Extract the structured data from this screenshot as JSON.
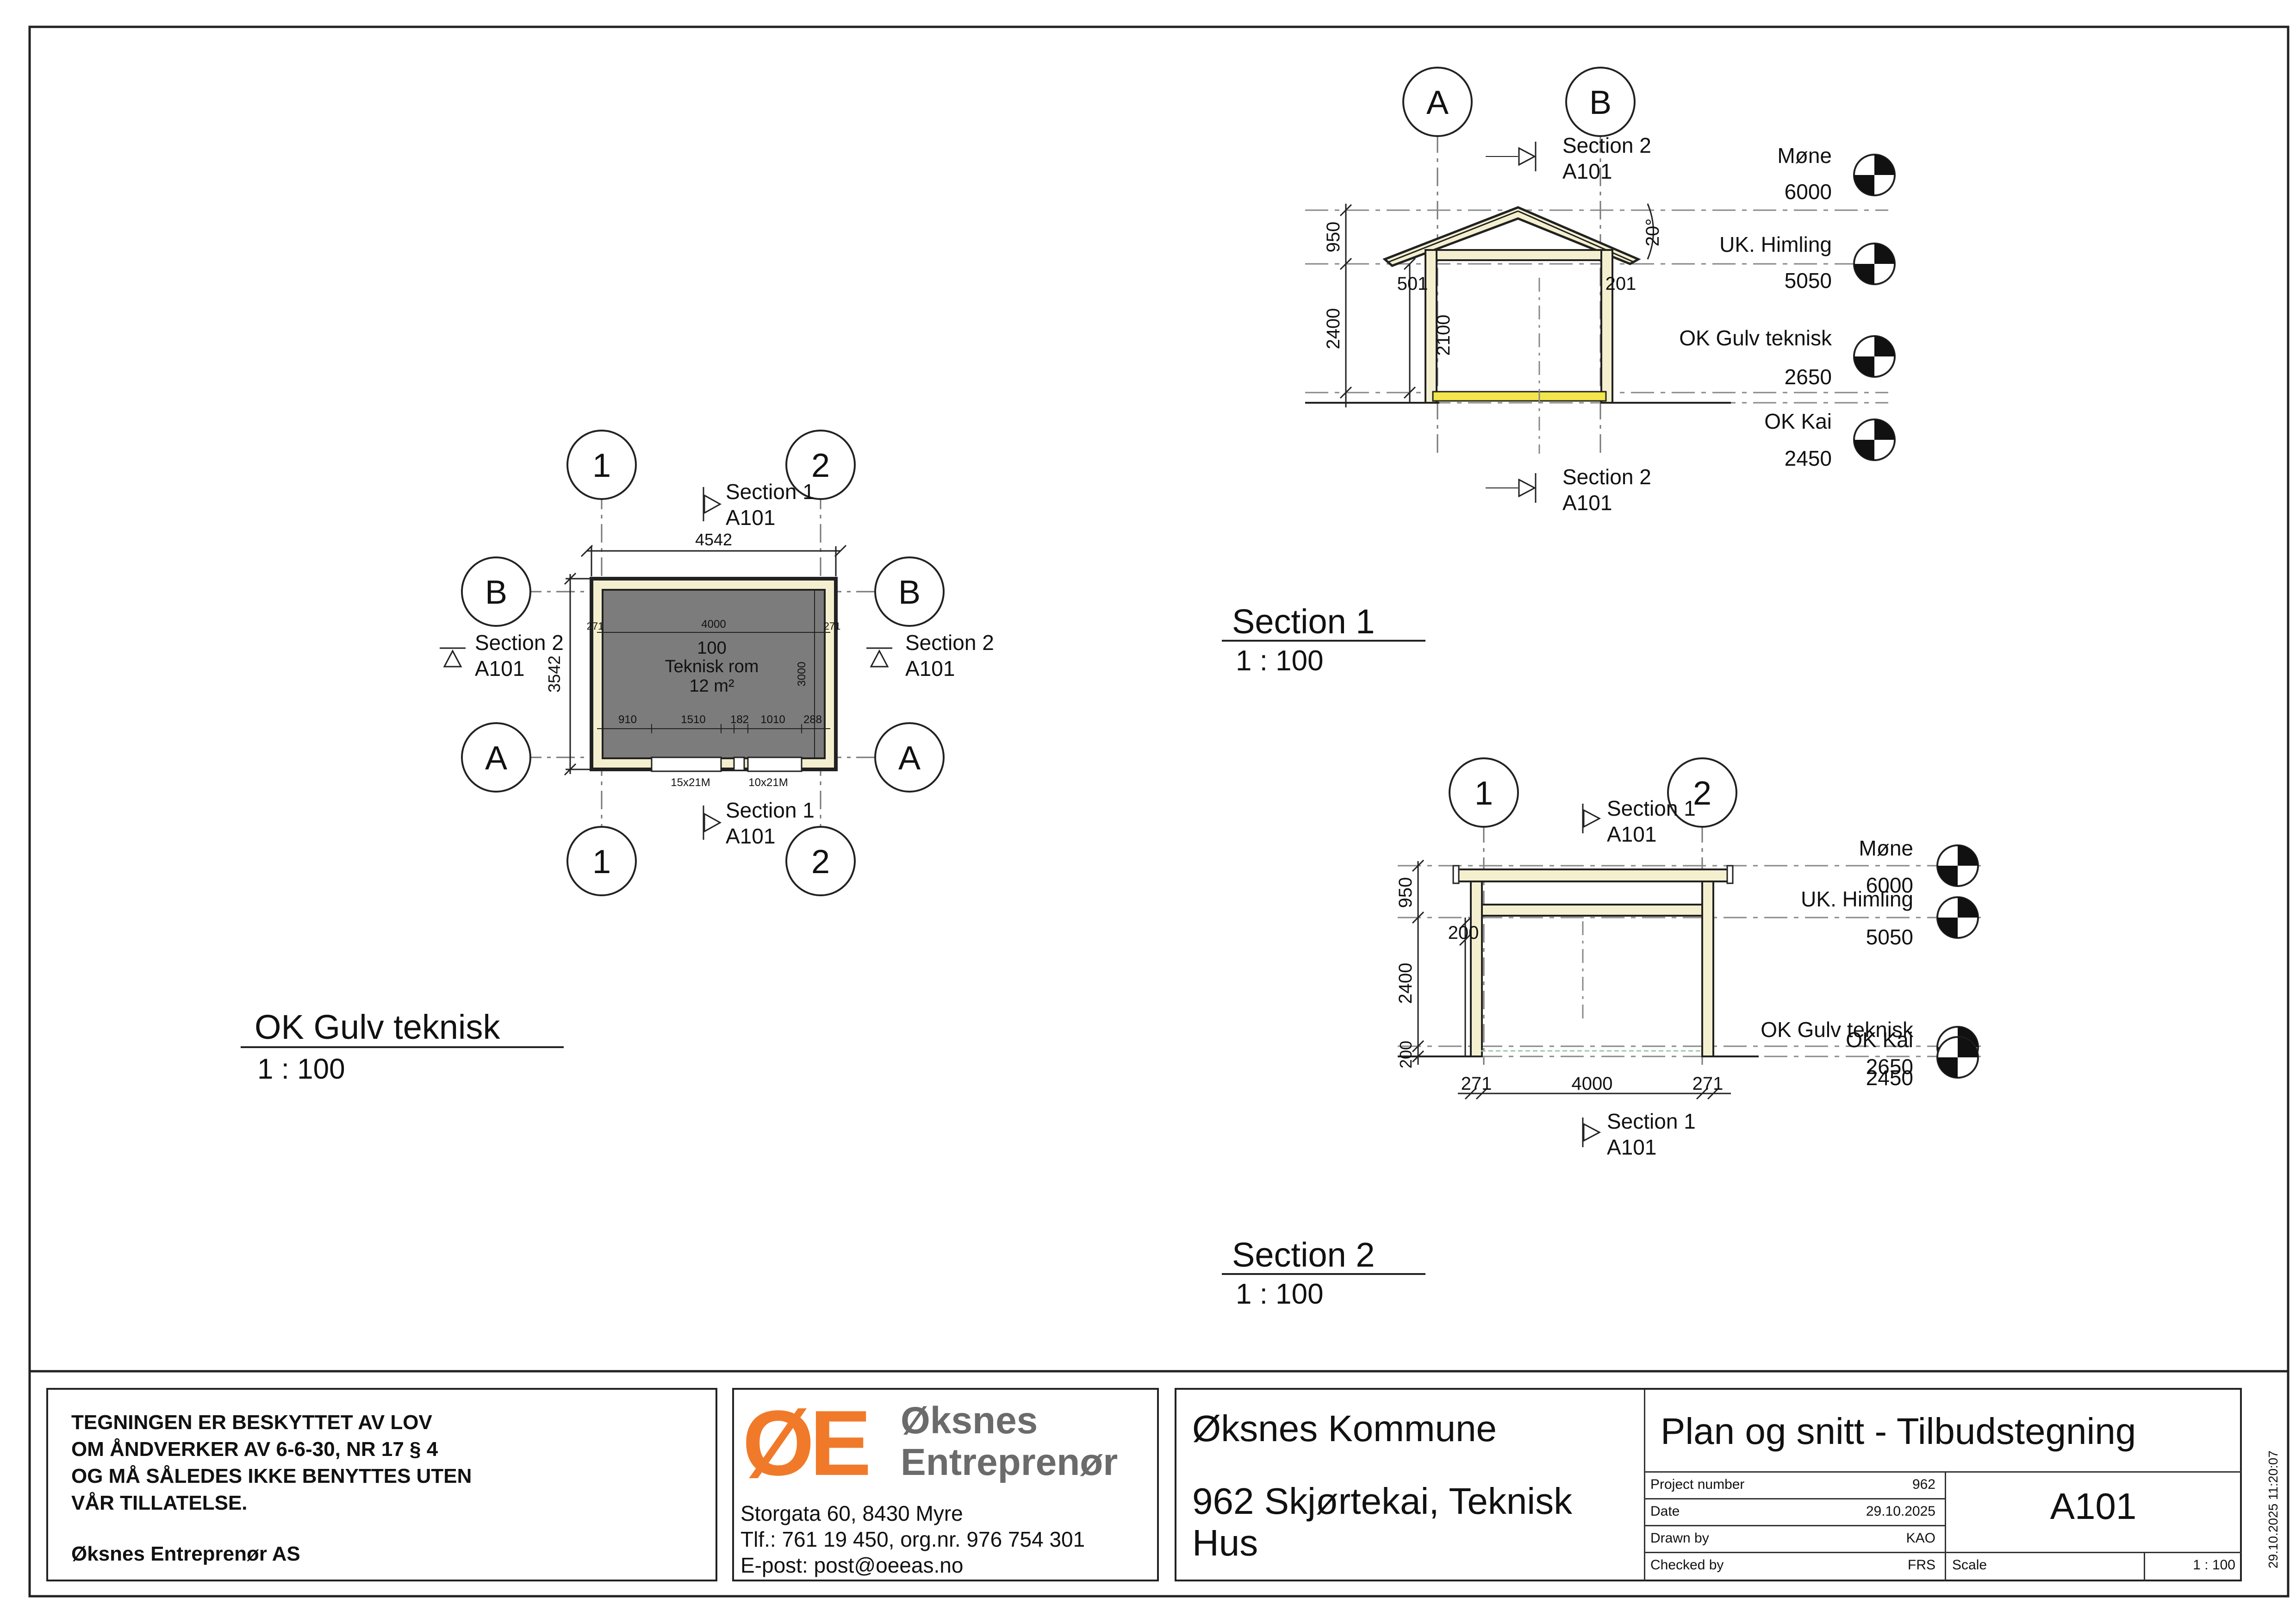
{
  "plan_view": {
    "title": "OK Gulv teknisk",
    "scale": "1 : 100",
    "grid_top": [
      "1",
      "2"
    ],
    "grid_bottom": [
      "1",
      "2"
    ],
    "grid_left": [
      "B",
      "A"
    ],
    "grid_right": [
      "B",
      "A"
    ],
    "section1_marker": {
      "name": "Section 1",
      "sheet": "A101"
    },
    "section2_marker": {
      "name": "Section 2",
      "sheet": "A101"
    },
    "dims": {
      "overall_width": "4542",
      "overall_height": "3542",
      "inner_width": "4000",
      "inner_height": "3000",
      "wall_left": "271",
      "wall_right": "271",
      "bottom_segments": [
        "910",
        "1510",
        "182",
        "1010",
        "288"
      ],
      "openings": [
        "15x21M",
        "10x21M"
      ]
    },
    "room": {
      "number": "100",
      "name": "Teknisk rom",
      "area": "12 m²"
    }
  },
  "section1": {
    "title": "Section 1",
    "scale": "1 : 100",
    "grids": [
      "A",
      "B"
    ],
    "roof_angle": "20°",
    "section_marker": {
      "name": "Section 2",
      "sheet": "A101"
    },
    "dims": {
      "roof_rise": "950",
      "wall_height": "2400",
      "clear_height": "2100",
      "left_eave": "501",
      "right_eave": "201"
    },
    "levels": [
      {
        "name": "Møne",
        "elevation": "6000"
      },
      {
        "name": "UK. Himling",
        "elevation": "5050"
      },
      {
        "name": "OK Gulv teknisk",
        "elevation": "2650"
      },
      {
        "name": "OK Kai",
        "elevation": "2450"
      }
    ]
  },
  "section2": {
    "title": "Section 2",
    "scale": "1 : 100",
    "grids": [
      "1",
      "2"
    ],
    "section_marker": {
      "name": "Section 1",
      "sheet": "A101"
    },
    "dims": {
      "roof_rise": "950",
      "wall_height": "2400",
      "floor": "200",
      "eave": "200",
      "left_wall": "271",
      "span": "4000",
      "right_wall": "271"
    },
    "levels": [
      {
        "name": "Møne",
        "elevation": "6000"
      },
      {
        "name": "UK. Himling",
        "elevation": "5050"
      },
      {
        "name": "OK Gulv teknisk",
        "elevation": "2650"
      },
      {
        "name": "OK Kai",
        "elevation": "2450"
      }
    ]
  },
  "title_block": {
    "notice": "TEGNINGEN ER BESKYTTET AV LOV\nOM ÅNDVERKER AV 6-6-30, NR 17 § 4\nOG MÅ SÅLEDES IKKE BENYTTES UTEN\nVÅR TILLATELSE.",
    "company": "Øksnes Entreprenør AS",
    "logo_mark": "ØE",
    "logo_text_1": "Øksnes",
    "logo_text_2": "Entreprenør",
    "address": "Storgata 60, 8430 Myre",
    "phone": "Tlf.: 761 19 450, org.nr. 976 754 301",
    "email": "E-post: post@oeeas.no",
    "client": "Øksnes Kommune",
    "project_name": "962 Skjørtekai, Teknisk\nHus",
    "drawing_title": "Plan og snitt - Tilbudstegning",
    "project_number_label": "Project number",
    "project_number": "962",
    "date_label": "Date",
    "date": "29.10.2025",
    "drawn_by_label": "Drawn by",
    "drawn_by": "KAO",
    "checked_by_label": "Checked by",
    "checked_by": "FRS",
    "sheet_number": "A101",
    "scale_label": "Scale",
    "scale": "1 : 100",
    "timestamp": "29.10.2025 11:20:07",
    "accent_color": "#f07a2a",
    "logo_grey": "#6b6b6b"
  }
}
